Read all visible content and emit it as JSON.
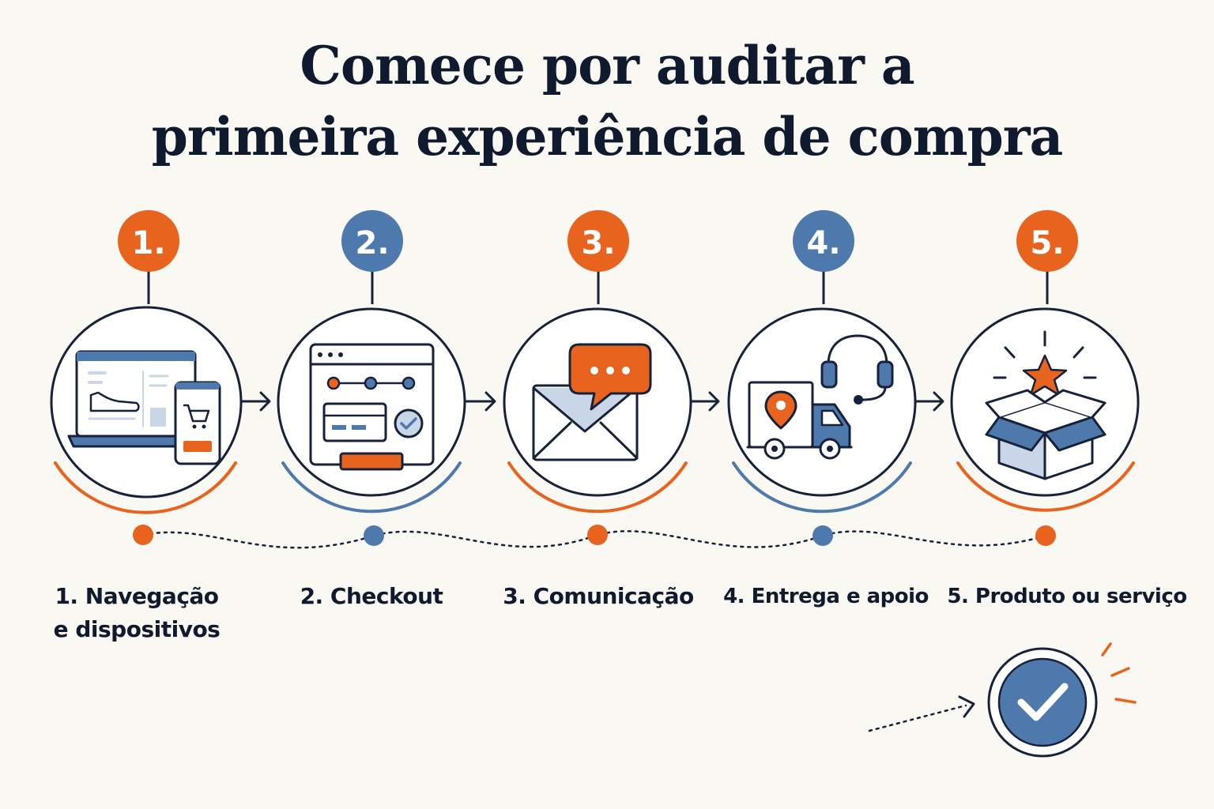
{
  "title": {
    "line1": "Comece por auditar a",
    "line2": "primeira experiência de compra"
  },
  "colors": {
    "orange": "#e8641e",
    "blue": "#4e79ac",
    "navy": "#16213a",
    "background": "#faf8f3",
    "light_blue": "#c9d6e8"
  },
  "steps": [
    {
      "number": "1.",
      "label_line1": "1. Navegação",
      "label_line2": "e dispositivos",
      "accent": "orange",
      "icon": "laptop-phone-cart-icon"
    },
    {
      "number": "2.",
      "label_line1": "2. Checkout",
      "label_line2": "",
      "accent": "blue",
      "icon": "checkout-window-icon"
    },
    {
      "number": "3.",
      "label_line1": "3. Comunicação",
      "label_line2": "",
      "accent": "orange",
      "icon": "envelope-chat-icon"
    },
    {
      "number": "4.",
      "label_line1": "4. Entrega e apoio",
      "label_line2": "",
      "accent": "blue",
      "icon": "truck-headset-icon"
    },
    {
      "number": "5.",
      "label_line1": "5. Produto ou serviço",
      "label_line2": "",
      "accent": "orange",
      "icon": "box-star-icon"
    }
  ],
  "final_icon": "checkmark-circle-icon"
}
